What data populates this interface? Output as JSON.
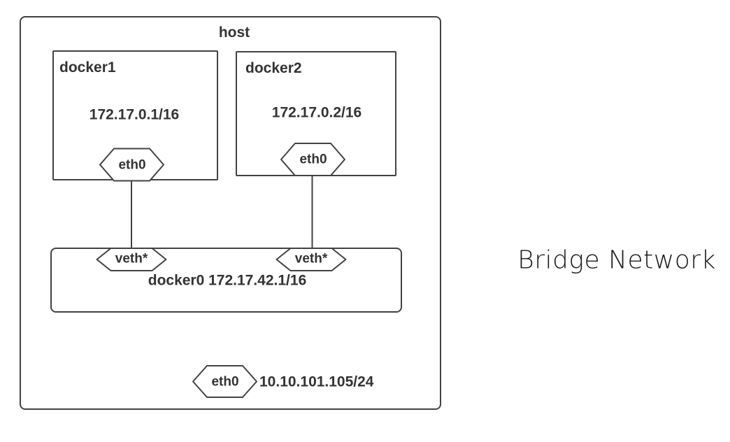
{
  "theme": {
    "stroke": "#424242",
    "text": "#333333",
    "background": "#ffffff",
    "caption": "#1a1a1a"
  },
  "diagram": {
    "host": {
      "label": "host",
      "interface": {
        "name": "eth0",
        "ip": "10.10.101.105/24"
      }
    },
    "containers": [
      {
        "name": "docker1",
        "ip": "172.17.0.1/16",
        "interface": "eth0"
      },
      {
        "name": "docker2",
        "ip": "172.17.0.2/16",
        "interface": "eth0"
      }
    ],
    "bridge": {
      "label": "docker0 172.17.42.1/16",
      "interfaces": [
        "veth*",
        "veth*"
      ]
    },
    "caption": "Bridge Network"
  }
}
